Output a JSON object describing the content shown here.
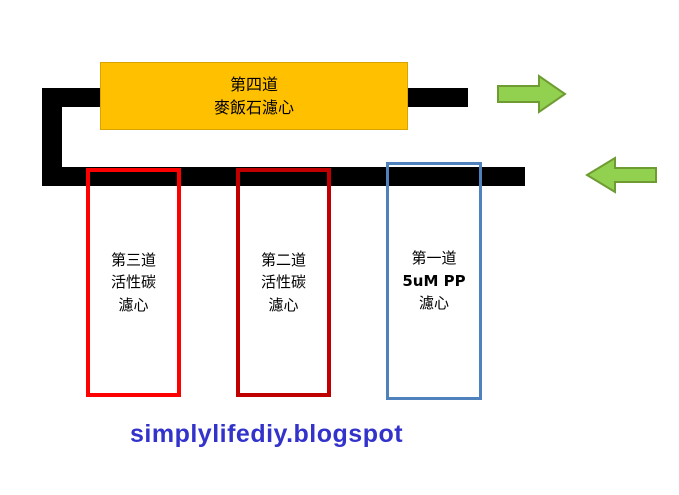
{
  "diagram": {
    "stage4": {
      "line1": "第四道",
      "line2": "麥飯石濾心"
    },
    "stage3": {
      "line1": "第三道",
      "line2": "活性碳",
      "line3": "濾心"
    },
    "stage2": {
      "line1": "第二道",
      "line2": "活性碳",
      "line3": "濾心"
    },
    "stage1": {
      "line1": "第一道",
      "line2": "5uM PP",
      "line3": "濾心"
    },
    "watermark": "simplylifediy.blogspot",
    "colors": {
      "pipe": "#000000",
      "stage4_fill": "#FFC000",
      "stage3_border": "#FF0000",
      "stage2_border": "#C00000",
      "stage1_border": "#4F81BD",
      "arrow_fill": "#92D050",
      "arrow_stroke": "#6E9C33",
      "watermark_text": "#3333CC"
    },
    "icons": {
      "flow_in": "left-arrow",
      "flow_out": "right-arrow"
    }
  }
}
